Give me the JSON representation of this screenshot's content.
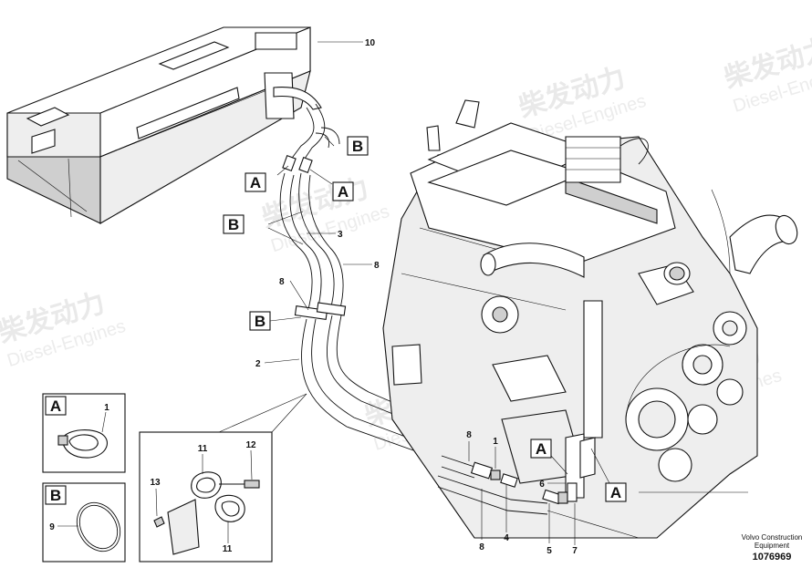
{
  "watermark": {
    "cn": "柴发动力",
    "en": "Diesel-Engines"
  },
  "callouts": {
    "heater_unit": "10",
    "hose_upper": "3",
    "hose_right": "8",
    "hose_left": "8",
    "hose_lower": "2",
    "conn_hose_left": "8",
    "conn_nipple": "1",
    "conn_hose_bottom": "8",
    "conn_fitting_4": "4",
    "conn_fitting_5": "5",
    "conn_fitting_6": "6",
    "conn_fitting_7": "7"
  },
  "detail_tags": {
    "a_top_left": "A",
    "a_top_right": "A",
    "b_top": "B",
    "b_mid": "B",
    "b_low": "B",
    "a_engine_1": "A",
    "a_engine_2": "A"
  },
  "detail_a": {
    "tag": "A",
    "clamp_num": "1"
  },
  "detail_b": {
    "tag": "B",
    "ring_num": "9"
  },
  "detail_clip": {
    "clip_top": "11",
    "bolt": "12",
    "nut": "13",
    "clip_bottom": "11"
  },
  "footer": {
    "credit_line1": "Volvo Construction",
    "credit_line2": "Equipment",
    "document_number": "1076969"
  }
}
